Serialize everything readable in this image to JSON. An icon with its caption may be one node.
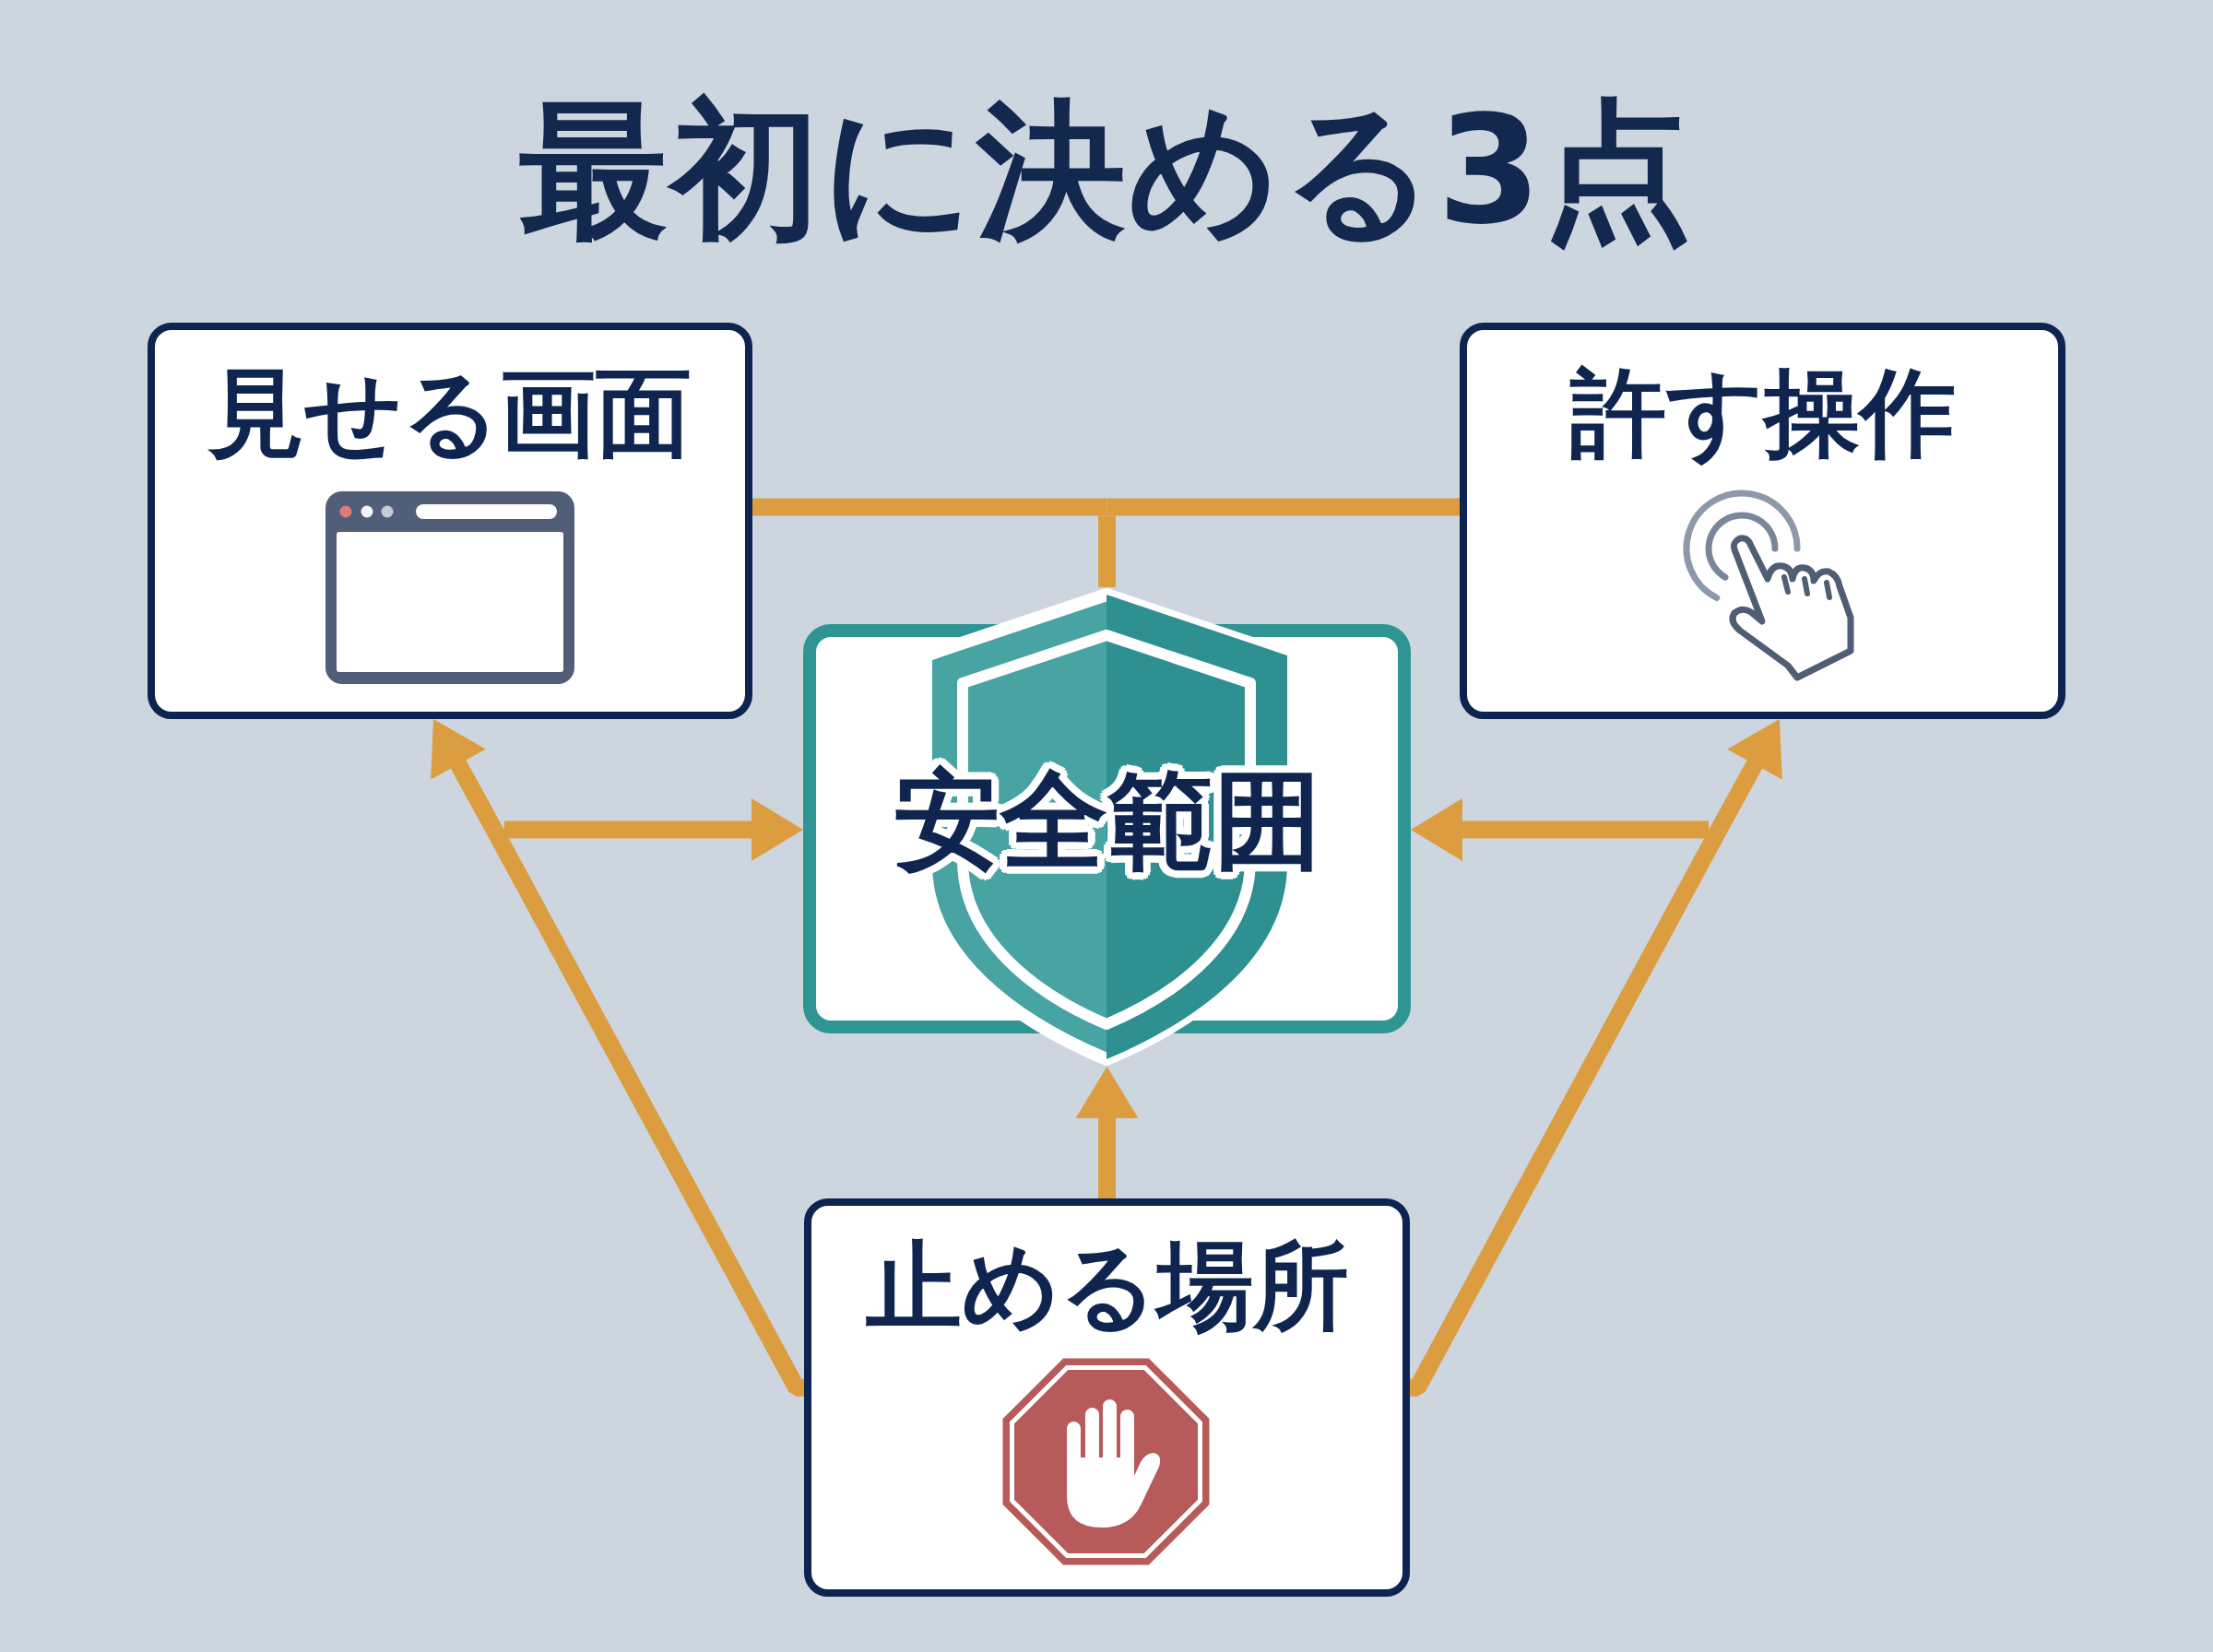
{
  "diagram": {
    "title": "最初に決める3点",
    "nodes": [
      {
        "text": [
          "見せる画面"
        ]
      },
      {
        "text": [
          "許す操作"
        ]
      },
      {
        "text": [
          "安全範囲"
        ]
      },
      {
        "text": [
          "止める場所"
        ]
      }
    ],
    "edges": [
      {
        "from": 0,
        "to": 2,
        "arrow": "none"
      },
      {
        "from": 1,
        "to": 2,
        "arrow": "none"
      },
      {
        "from": 3,
        "to": 0,
        "arrow": "to"
      },
      {
        "from": 3,
        "to": 2,
        "arrow": "to"
      },
      {
        "from": 3,
        "to": 1,
        "arrow": "to"
      },
      {
        "from": 3,
        "to": 2,
        "arrow": "to"
      },
      {
        "from": 3,
        "to": 2,
        "arrow": "to"
      }
    ]
  }
}
